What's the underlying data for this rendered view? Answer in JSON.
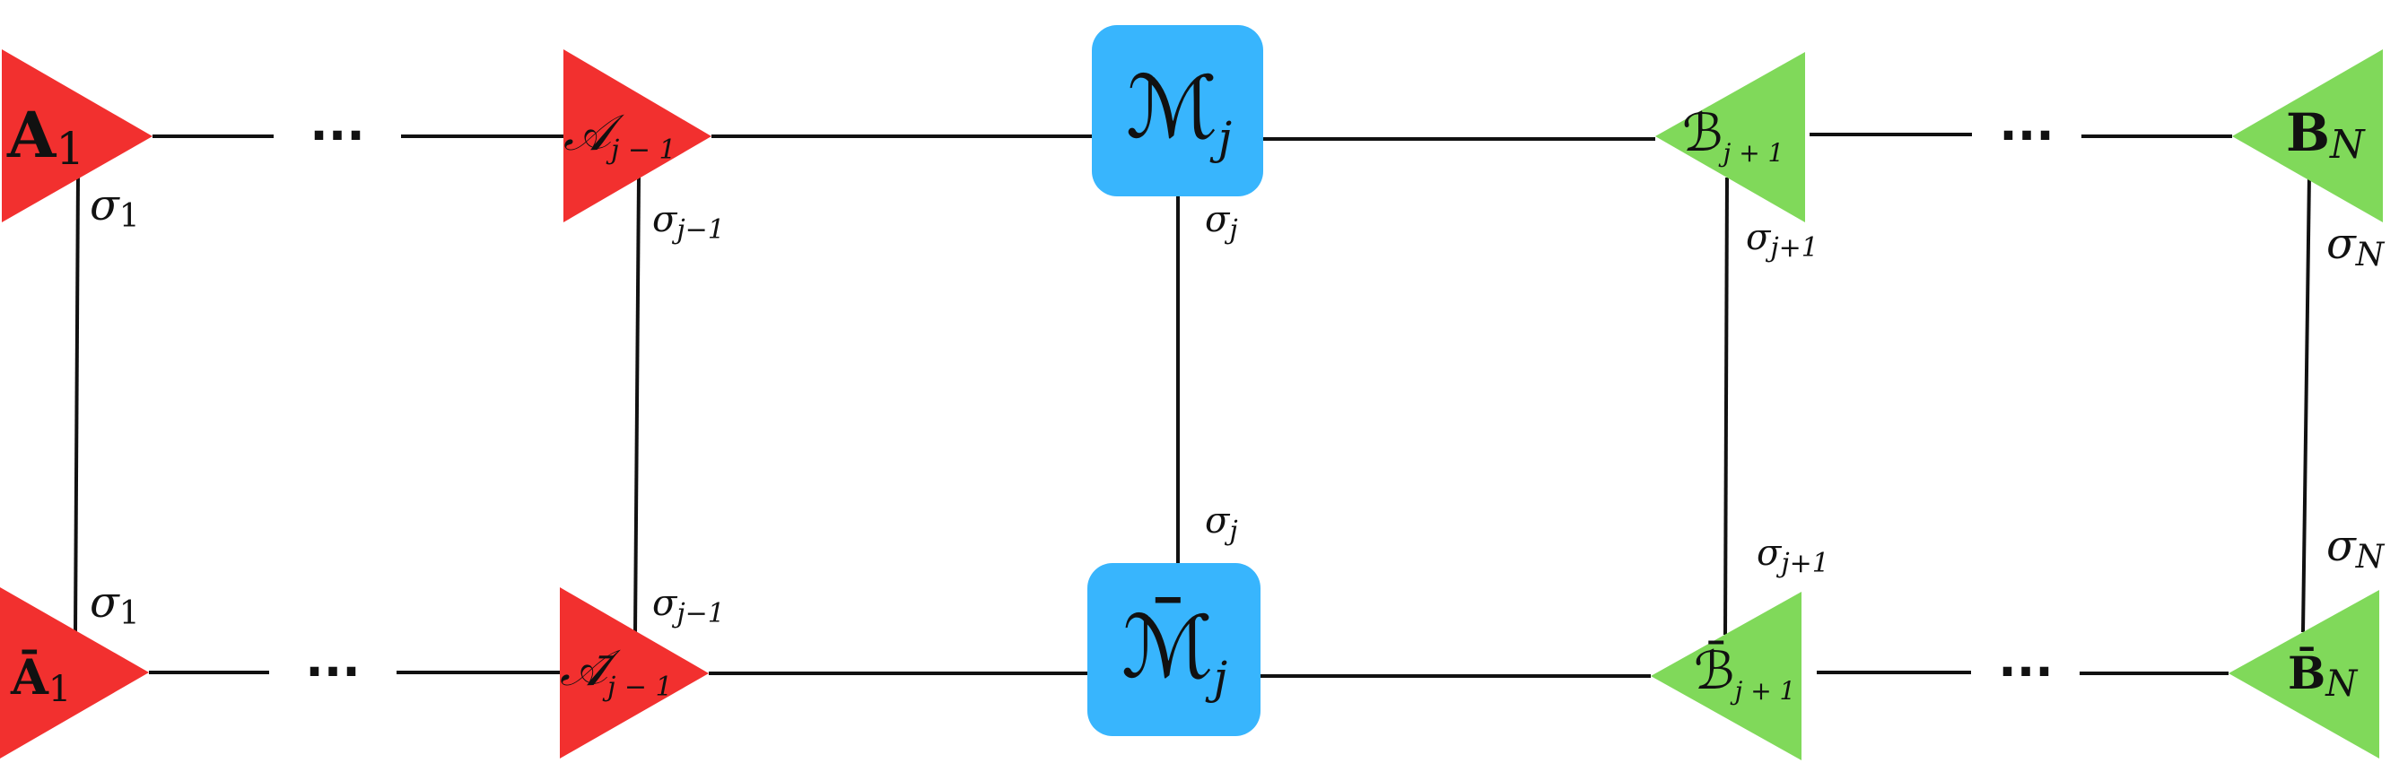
{
  "colors": {
    "left_tensor": "#f2302f",
    "center_tensor": "#38b5fd",
    "right_tensor": "#80d95a",
    "bond": "#111111"
  },
  "top_row": {
    "a1": "A",
    "a1_sub": "1",
    "aj": "𝒜",
    "aj_sub": "j − 1",
    "m": "ℳ",
    "m_sub": "j",
    "bj": "ℬ",
    "bj_sub": "j + 1",
    "bn": "B",
    "bn_sub": "N",
    "ellipsis_left": "···",
    "ellipsis_right": "···"
  },
  "bottom_row": {
    "a1": "Ā",
    "a1_sub": "1",
    "aj": "𝒜̄",
    "aj_sub": "j − 1",
    "m": "ℳ̄",
    "m_sub": "j",
    "bj": "ℬ̄",
    "bj_sub": "j + 1",
    "bn": "B̄",
    "bn_sub": "N",
    "ellipsis_left": "···",
    "ellipsis_right": "···"
  },
  "physical_top": {
    "s1": "σ",
    "s1_sub": "1",
    "sj1": "σ",
    "sj1_sub": "j−1",
    "sj": "σ",
    "sj_sub": "j",
    "sjp": "σ",
    "sjp_sub": "j+1",
    "sn": "σ",
    "sn_sub": "N"
  },
  "physical_bottom": {
    "s1": "σ",
    "s1_sub": "1",
    "sj1": "σ",
    "sj1_sub": "j−1",
    "sj": "σ",
    "sj_sub": "j",
    "sjp": "σ",
    "sjp_sub": "j+1",
    "sn": "σ",
    "sn_sub": "N"
  }
}
